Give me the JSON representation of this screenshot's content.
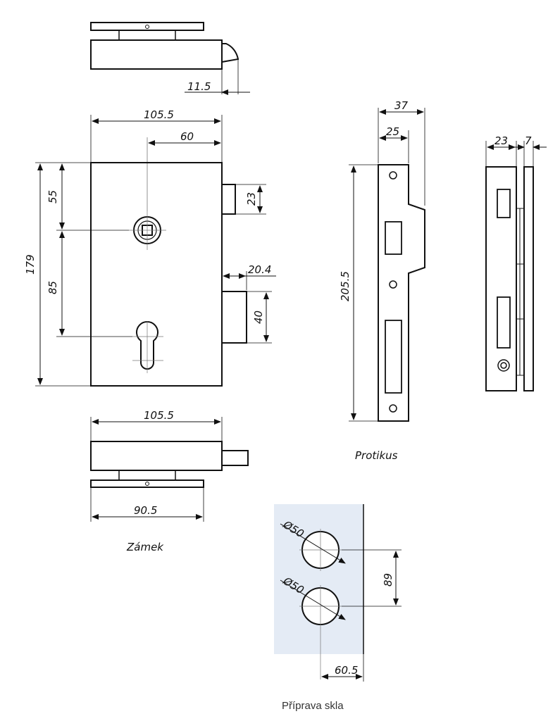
{
  "colors": {
    "line": "#111111",
    "thin_line": "#333333",
    "center_line": "#777777",
    "glass_fill": "#e4ebf5"
  },
  "labels": {
    "lock_caption": "Zámek",
    "strike_caption": "Protikus",
    "glass_caption": "Příprava skla"
  },
  "dimensions": {
    "latch_projection": "11.5",
    "lock_width_top": "105.5",
    "backset": "60",
    "lock_height": "179",
    "spindle_from_top": "55",
    "spindle_to_cylinder": "85",
    "latch_height": "23",
    "bolt_projection": "20.4",
    "bolt_height": "40",
    "lock_width_bottom": "105.5",
    "plate_width": "90.5",
    "strike_width": "37",
    "strike_inner_width": "25",
    "strike_height": "205.5",
    "side_width": "23",
    "glass_thickness": "7",
    "hole_diameter_1": "Ø50",
    "hole_diameter_2": "Ø50",
    "hole_spacing": "89",
    "hole_edge_offset": "60.5"
  }
}
